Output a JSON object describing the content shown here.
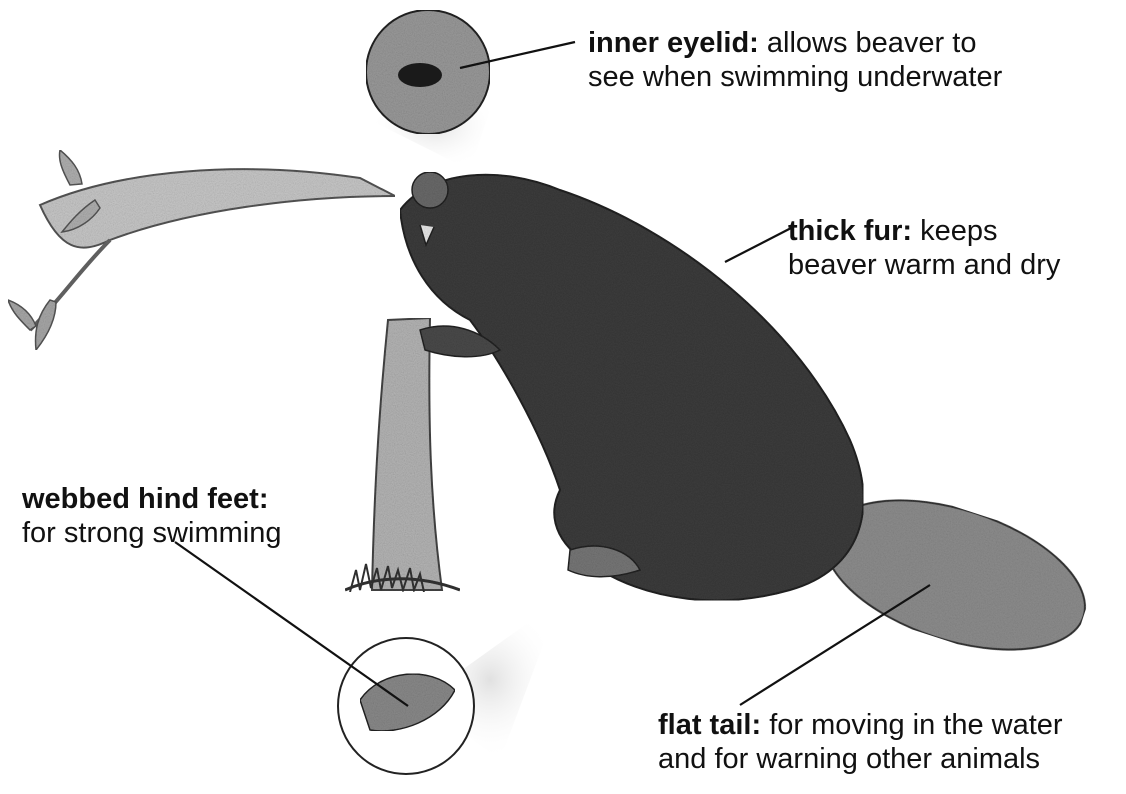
{
  "labels": {
    "inner_eyelid": {
      "term": "inner eyelid:",
      "line1_rest": "allows beaver to",
      "line2": "see when swimming underwater"
    },
    "thick_fur": {
      "term": "thick fur:",
      "line1_rest": "keeps",
      "line2": "beaver warm and dry"
    },
    "webbed_hind_feet": {
      "term": "webbed hind feet:",
      "line2": "for strong swimming"
    },
    "flat_tail": {
      "term": "flat tail:",
      "line1_rest": "for moving in the water",
      "line2": "and for warning other animals"
    }
  },
  "colors": {
    "ink": "#111111",
    "fur_dark": "#3a3a3a",
    "fur_mid": "#5a5a5a",
    "tail": "#8a8a8a",
    "branch": "#bdbdbd"
  }
}
